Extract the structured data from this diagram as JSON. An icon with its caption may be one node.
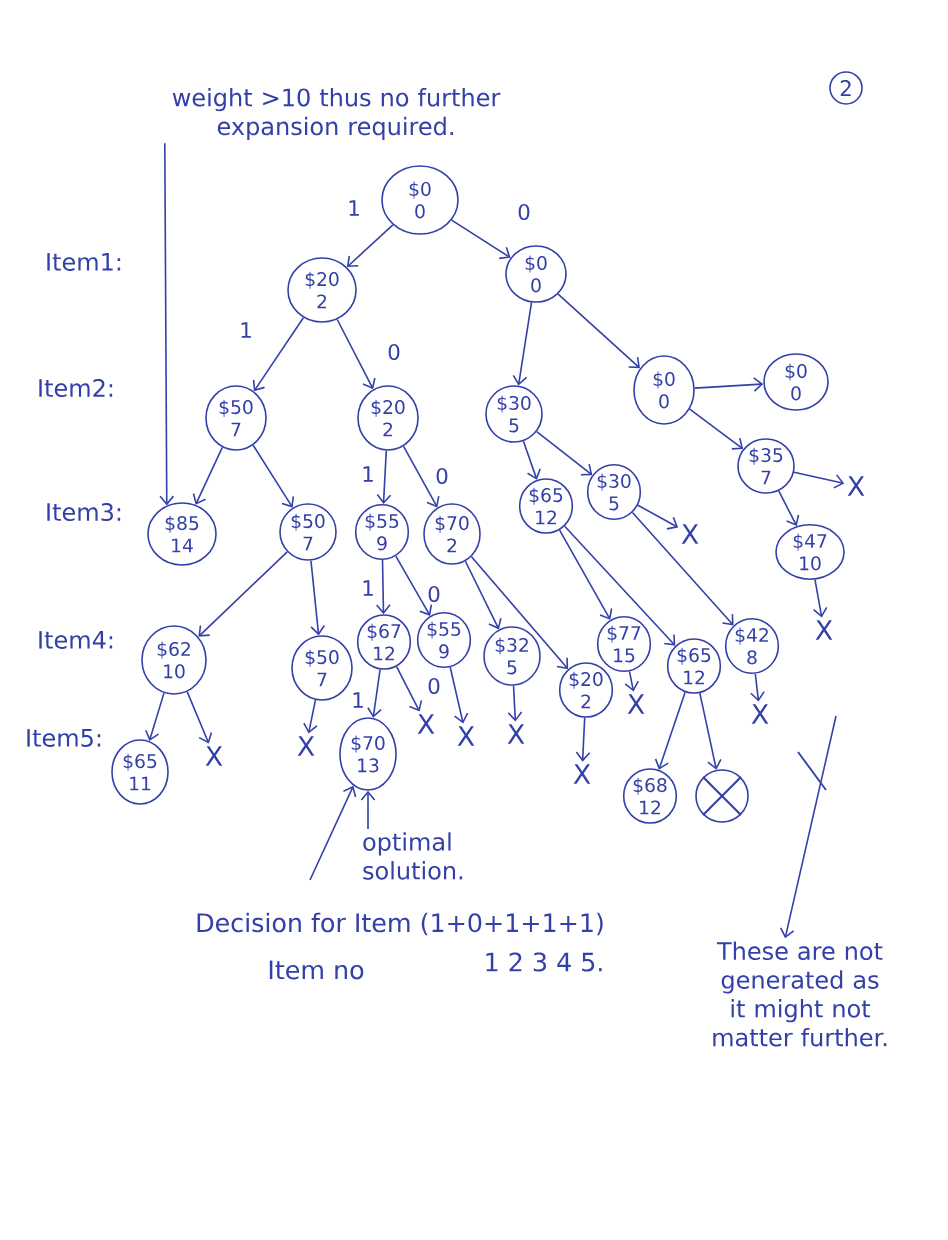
{
  "diagram": {
    "nodes": [
      {
        "text": [
          "weight >10 thus no further expansion required."
        ]
      },
      {
        "text": [
          "2"
        ]
      },
      {
        "text": [
          "$0",
          "0"
        ]
      },
      {
        "text": [
          "$20",
          "2"
        ]
      },
      {
        "text": [
          "$0",
          "0"
        ]
      },
      {
        "text": [
          "$50",
          "7"
        ]
      },
      {
        "text": [
          "$20",
          "2"
        ]
      },
      {
        "text": [
          "$30",
          "5"
        ]
      },
      {
        "text": [
          "$0",
          "0"
        ]
      },
      {
        "text": [
          "$0",
          "0"
        ]
      },
      {
        "text": [
          "$35",
          "7"
        ]
      },
      {
        "text": [
          "X"
        ]
      },
      {
        "text": [
          "$85",
          "14"
        ]
      },
      {
        "text": [
          "$50",
          "7"
        ]
      },
      {
        "text": [
          "$55",
          "9"
        ]
      },
      {
        "text": [
          "$70",
          "2"
        ]
      },
      {
        "text": [
          "$65",
          "12"
        ]
      },
      {
        "text": [
          "$30",
          "5"
        ]
      },
      {
        "text": [
          "X"
        ]
      },
      {
        "text": [
          "$47",
          "10"
        ]
      },
      {
        "text": [
          "$62",
          "10"
        ]
      },
      {
        "text": [
          "$50",
          "7"
        ]
      },
      {
        "text": [
          "$67",
          "12"
        ]
      },
      {
        "text": [
          "$55",
          "9"
        ]
      },
      {
        "text": [
          "$32",
          "5"
        ]
      },
      {
        "text": [
          "$20",
          "2"
        ]
      },
      {
        "text": [
          "$77",
          "15"
        ]
      },
      {
        "text": [
          "$65",
          "12"
        ]
      },
      {
        "text": [
          "$42",
          "8"
        ]
      },
      {
        "text": [
          "X"
        ]
      },
      {
        "text": [
          "X"
        ]
      },
      {
        "text": [
          "X"
        ]
      },
      {
        "text": [
          "X"
        ]
      },
      {
        "text": [
          "X"
        ]
      },
      {
        "text": [
          "X"
        ]
      },
      {
        "text": [
          "X"
        ]
      },
      {
        "text": [
          "X"
        ]
      },
      {
        "text": [
          "$65",
          "11"
        ]
      },
      {
        "text": [
          "$70",
          "13"
        ]
      },
      {
        "text": [
          "X"
        ]
      },
      {
        "text": [
          "$68",
          "12"
        ]
      },
      {
        "text": [],
        "shape": "circle"
      },
      {
        "text": [
          "optimal solution."
        ]
      },
      {
        "text": [
          "These are not generated as it might not matter further."
        ]
      }
    ],
    "edges": [
      {
        "from": 2,
        "to": 3,
        "arrow": "to",
        "label": "1"
      },
      {
        "from": 2,
        "to": 4,
        "arrow": "to",
        "label": "0"
      },
      {
        "from": 3,
        "to": 5,
        "arrow": "to",
        "label": "1"
      },
      {
        "from": 3,
        "to": 6,
        "arrow": "to",
        "label": "0"
      },
      {
        "from": 4,
        "to": 7,
        "arrow": "to"
      },
      {
        "from": 4,
        "to": 8,
        "arrow": "to"
      },
      {
        "from": 8,
        "to": 9,
        "arrow": "to"
      },
      {
        "from": 8,
        "to": 10,
        "arrow": "to"
      },
      {
        "from": 10,
        "to": 11,
        "arrow": "to"
      },
      {
        "from": 10,
        "to": 19,
        "arrow": "to"
      },
      {
        "from": 0,
        "to": 12,
        "arrow": "to"
      },
      {
        "from": 5,
        "to": 12,
        "arrow": "to"
      },
      {
        "from": 5,
        "to": 13,
        "arrow": "to"
      },
      {
        "from": 6,
        "to": 14,
        "arrow": "to",
        "label": "1"
      },
      {
        "from": 6,
        "to": 15,
        "arrow": "to",
        "label": "0"
      },
      {
        "from": 7,
        "to": 16,
        "arrow": "to"
      },
      {
        "from": 7,
        "to": 17,
        "arrow": "to"
      },
      {
        "from": 17,
        "to": 18,
        "arrow": "to"
      },
      {
        "from": 19,
        "to": 29,
        "arrow": "to"
      },
      {
        "from": 13,
        "to": 20,
        "arrow": "to"
      },
      {
        "from": 13,
        "to": 21,
        "arrow": "to"
      },
      {
        "from": 14,
        "to": 22,
        "arrow": "to",
        "label": "1"
      },
      {
        "from": 14,
        "to": 23,
        "arrow": "to",
        "label": "0"
      },
      {
        "from": 15,
        "to": 24,
        "arrow": "to"
      },
      {
        "from": 15,
        "to": 25,
        "arrow": "to"
      },
      {
        "from": 16,
        "to": 26,
        "arrow": "to"
      },
      {
        "from": 16,
        "to": 27,
        "arrow": "to"
      },
      {
        "from": 17,
        "to": 28,
        "arrow": "to"
      },
      {
        "from": 20,
        "to": 37,
        "arrow": "to"
      },
      {
        "from": 20,
        "to": 30,
        "arrow": "to"
      },
      {
        "from": 21,
        "to": 31,
        "arrow": "to"
      },
      {
        "from": 22,
        "to": 38,
        "arrow": "to",
        "label": "1"
      },
      {
        "from": 22,
        "to": 32,
        "arrow": "to",
        "label": "0"
      },
      {
        "from": 23,
        "to": 34,
        "arrow": "to"
      },
      {
        "from": 24,
        "to": 35,
        "arrow": "to"
      },
      {
        "from": 25,
        "to": 39,
        "arrow": "to"
      },
      {
        "from": 26,
        "to": 33,
        "arrow": "to"
      },
      {
        "from": 27,
        "to": 40,
        "arrow": "to"
      },
      {
        "from": 27,
        "to": 41,
        "arrow": "to"
      },
      {
        "from": 28,
        "to": 36,
        "arrow": "to"
      },
      {
        "from": 42,
        "to": 38,
        "arrow": "to"
      },
      {
        "from": null,
        "to": 38,
        "arrow": "to"
      },
      {
        "from": null,
        "to": 43,
        "arrow": "to"
      }
    ],
    "labels": [
      "Item1:",
      "Item2:",
      "Item3:",
      "Item4:",
      "Item5:",
      "Decision for Item (1+0+1+1+1)",
      "Item no",
      "1 2 3 4 5."
    ]
  }
}
